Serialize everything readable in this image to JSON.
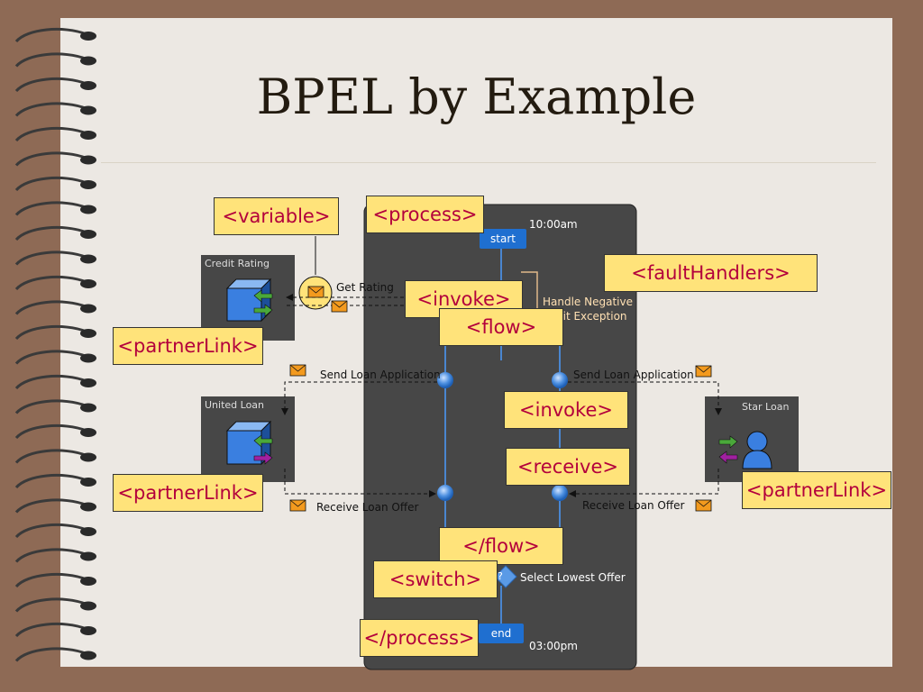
{
  "slide": {
    "title": "BPEL by Example"
  },
  "timeline": {
    "start_label": "start",
    "start_time": "10:00am",
    "end_label": "end",
    "end_time": "03:00pm"
  },
  "partners": {
    "credit": {
      "name": "Credit Rating"
    },
    "united": {
      "name": "United Loan"
    },
    "star": {
      "name": "Star Loan"
    }
  },
  "labels": {
    "get_rating": "Get Rating",
    "handle_line1": "Handle Negative",
    "handle_line2": "dit Exception",
    "send_left": "Send Loan Application",
    "send_right": "Send Loan Application",
    "receive_left": "Receive Loan Offer",
    "receive_right": "Receive Loan Offer",
    "select": "Select Lowest Offer",
    "switch_q": "?"
  },
  "tags": {
    "variable": "<variable>",
    "process": "<process>",
    "fault_handlers": "<faultHandlers>",
    "invoke_top": "<invoke>",
    "flow": "<flow>",
    "partner_link_credit": "<partnerLink>",
    "invoke_right": "<invoke>",
    "receive": "<receive>",
    "partner_link_united": "<partnerLink>",
    "partner_link_star": "<partnerLink>",
    "flow_end": "</flow>",
    "switch": "<switch>",
    "process_end": "</process>"
  }
}
